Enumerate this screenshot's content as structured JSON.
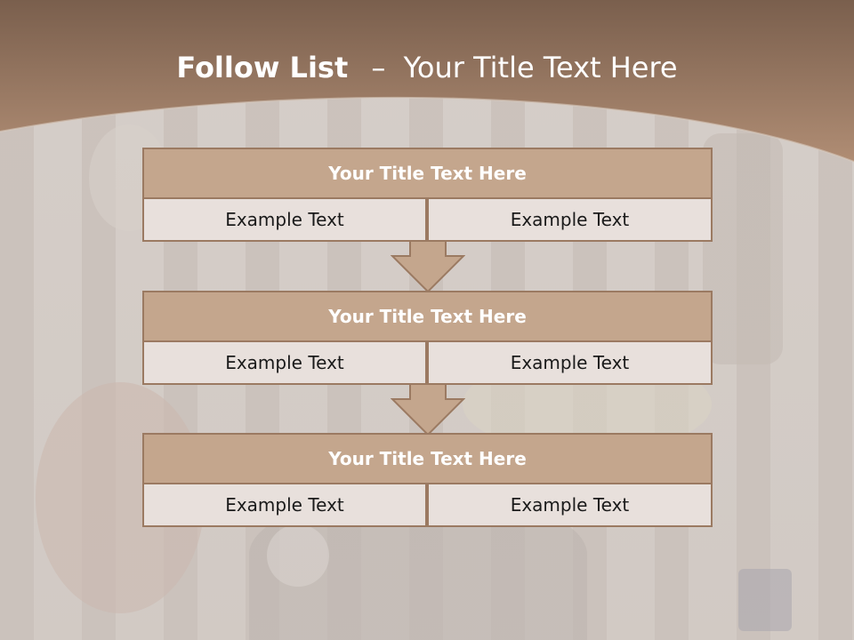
{
  "slide": {
    "title_bold": "Follow List",
    "title_separator": "–",
    "title_rest": "Your Title Text Here",
    "blocks": [
      {
        "heading": "Your Title Text Here",
        "left_text": "Example Text",
        "right_text": "Example Text"
      },
      {
        "heading": "Your Title Text Here",
        "left_text": "Example Text",
        "right_text": "Example Text"
      },
      {
        "heading": "Your Title Text Here",
        "left_text": "Example Text",
        "right_text": "Example Text"
      }
    ]
  },
  "colors": {
    "header_band": "#a07c63",
    "block_heading_fill": "#c4a68d",
    "block_border": "#9b7a62",
    "cell_fill": "#e8e0dc",
    "arrow_fill": "#c4a68d"
  }
}
